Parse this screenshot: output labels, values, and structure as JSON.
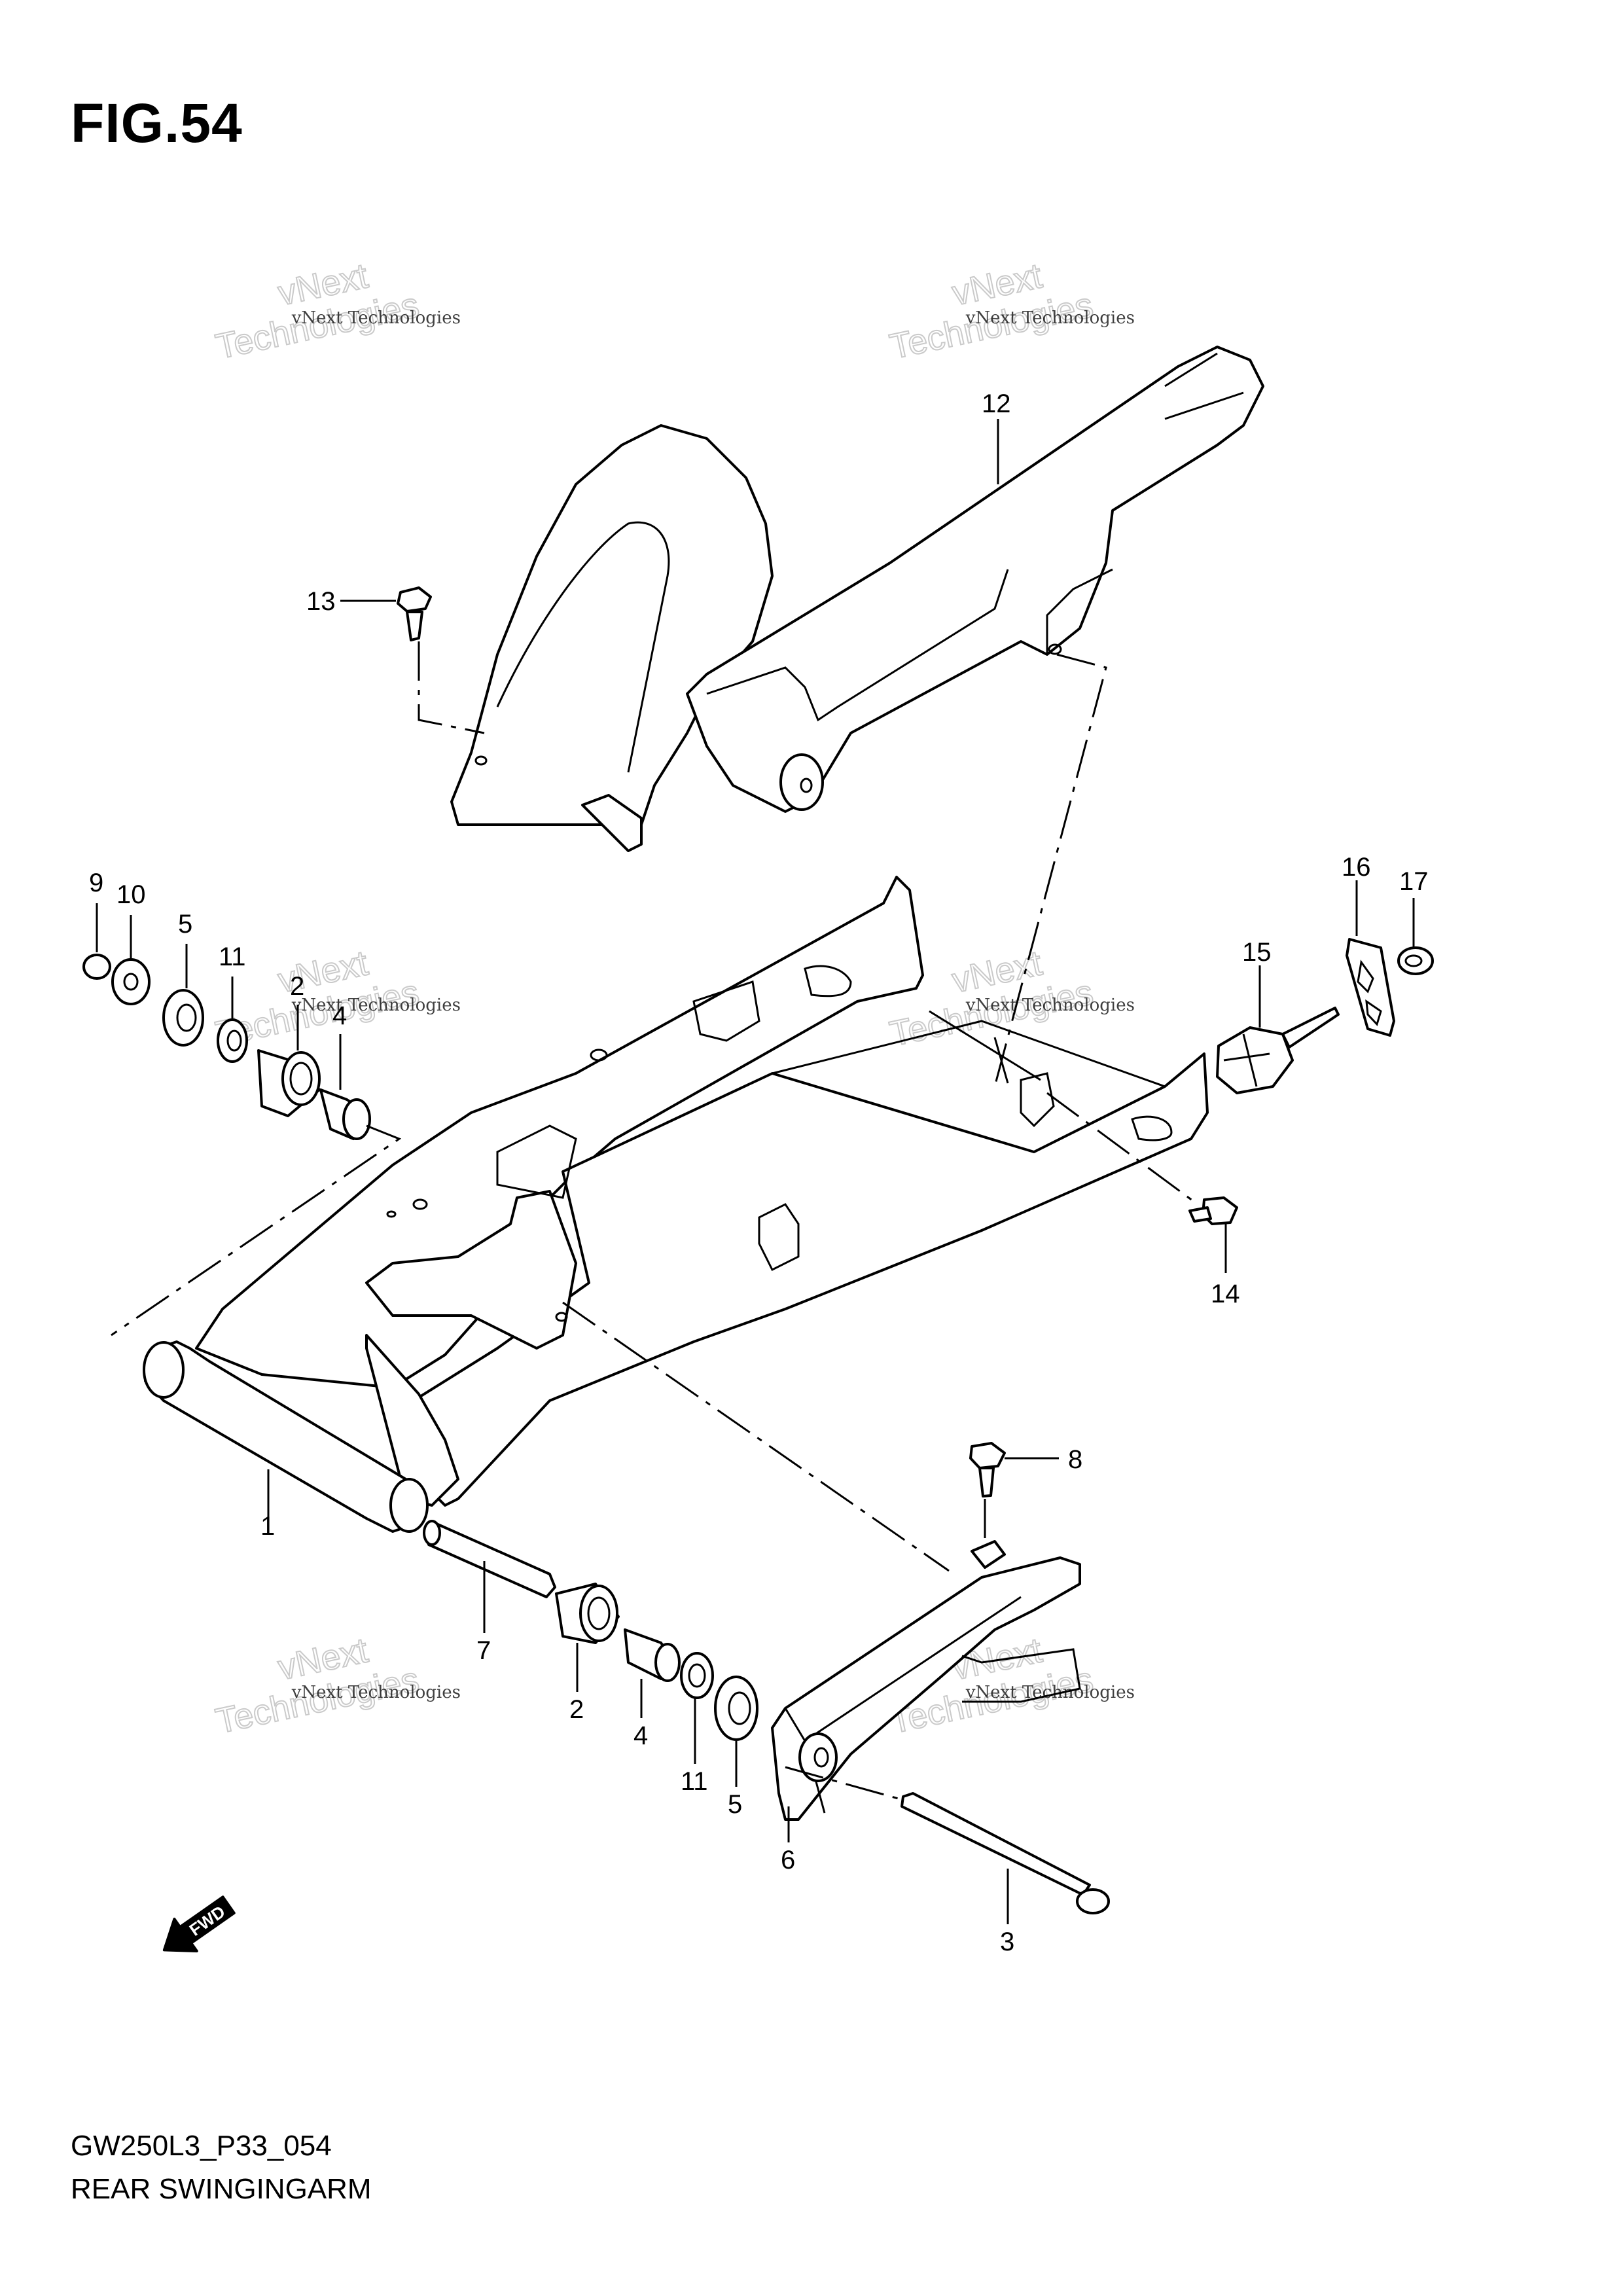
{
  "figure": {
    "title": "FIG.54"
  },
  "footer": {
    "code": "GW250L3_P33_054",
    "name": "REAR SWINGINGARM"
  },
  "watermark": {
    "line1": "vNext Technologies",
    "line2": "vNext",
    "line3": "Technologies"
  },
  "fwd_label": "FWD",
  "callouts": {
    "c1": "1",
    "c2a": "2",
    "c2b": "2",
    "c3": "3",
    "c4a": "4",
    "c4b": "4",
    "c5a": "5",
    "c5b": "5",
    "c6": "6",
    "c7": "7",
    "c8": "8",
    "c9": "9",
    "c10": "10",
    "c11a": "11",
    "c11b": "11",
    "c12": "12",
    "c13": "13",
    "c14": "14",
    "c15": "15",
    "c16": "16",
    "c17": "17"
  }
}
